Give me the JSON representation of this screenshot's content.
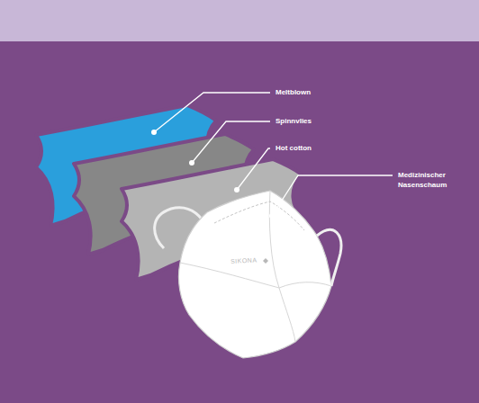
{
  "diagram": {
    "labels": [
      "Meltblown",
      "Spinnvlies",
      "Hot cotton",
      "Medizinischer Nasenschaum",
      "SIKONA"
    ]
  }
}
